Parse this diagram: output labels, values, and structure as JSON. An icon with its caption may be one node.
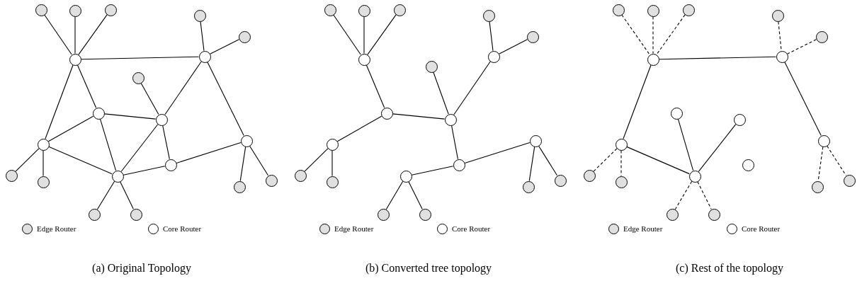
{
  "diagram": {
    "nodes": [
      {
        "text": [],
        "shape": "circle"
      },
      {
        "text": [],
        "shape": "circle"
      },
      {
        "text": [],
        "shape": "circle"
      },
      {
        "text": [],
        "shape": "circle"
      },
      {
        "text": [],
        "shape": "circle"
      },
      {
        "text": [],
        "shape": "circle"
      },
      {
        "text": [],
        "shape": "circle"
      },
      {
        "text": [],
        "shape": "circle"
      },
      {
        "text": [],
        "shape": "circle"
      },
      {
        "text": [],
        "shape": "circle"
      },
      {
        "text": [],
        "shape": "circle"
      },
      {
        "text": [],
        "shape": "circle"
      },
      {
        "text": [],
        "shape": "circle"
      },
      {
        "text": [],
        "shape": "circle"
      },
      {
        "text": [],
        "shape": "circle"
      },
      {
        "text": [],
        "shape": "circle"
      },
      {
        "text": [],
        "shape": "circle"
      },
      {
        "text": [],
        "shape": "circle"
      },
      {
        "text": [],
        "shape": "circle"
      },
      {
        "text": [],
        "shape": "circle"
      },
      {
        "text": [],
        "shape": "circle"
      },
      {
        "text": [],
        "shape": "circle"
      },
      {
        "text": [],
        "shape": "circle"
      },
      {
        "text": [],
        "shape": "circle"
      },
      {
        "text": [],
        "shape": "circle"
      },
      {
        "text": [],
        "shape": "circle"
      },
      {
        "text": [],
        "shape": "circle"
      },
      {
        "text": [],
        "shape": "circle"
      },
      {
        "text": [],
        "shape": "circle"
      },
      {
        "text": [],
        "shape": "circle"
      },
      {
        "text": [],
        "shape": "circle"
      },
      {
        "text": [],
        "shape": "circle"
      },
      {
        "text": [],
        "shape": "circle"
      },
      {
        "text": [],
        "shape": "circle"
      },
      {
        "text": [],
        "shape": "circle"
      },
      {
        "text": [],
        "shape": "circle"
      },
      {
        "text": [],
        "shape": "circle"
      },
      {
        "text": [],
        "shape": "circle"
      },
      {
        "text": [],
        "shape": "circle"
      },
      {
        "text": [],
        "shape": "circle"
      },
      {
        "text": [],
        "shape": "circle"
      },
      {
        "text": [],
        "shape": "circle"
      },
      {
        "text": [],
        "shape": "circle"
      },
      {
        "text": [],
        "shape": "circle"
      },
      {
        "text": [],
        "shape": "circle"
      },
      {
        "text": [],
        "shape": "circle"
      },
      {
        "text": [],
        "shape": "circle"
      },
      {
        "text": [],
        "shape": "circle"
      },
      {
        "text": [],
        "shape": "circle"
      },
      {
        "text": [],
        "shape": "circle"
      },
      {
        "text": [],
        "shape": "circle"
      },
      {
        "text": [],
        "shape": "circle"
      },
      {
        "text": [],
        "shape": "circle"
      },
      {
        "text": [],
        "shape": "circle"
      },
      {
        "text": [],
        "shape": "circle"
      },
      {
        "text": [],
        "shape": "circle"
      },
      {
        "text": [],
        "shape": "circle"
      },
      {
        "text": [],
        "shape": "circle"
      },
      {
        "text": [],
        "shape": "circle"
      }
    ],
    "edges": [
      {
        "from": 0,
        "to": 12,
        "arrow": "none"
      },
      {
        "from": 1,
        "to": 12,
        "arrow": "none"
      },
      {
        "from": 2,
        "to": 12,
        "arrow": "none"
      },
      {
        "from": 12,
        "to": 13,
        "arrow": "none"
      },
      {
        "from": 3,
        "to": 13,
        "arrow": "none"
      },
      {
        "from": 4,
        "to": 13,
        "arrow": "none"
      },
      {
        "from": 12,
        "to": 14,
        "arrow": "none"
      },
      {
        "from": 12,
        "to": 16,
        "arrow": "none"
      },
      {
        "from": 13,
        "to": 15,
        "arrow": "none"
      },
      {
        "from": 13,
        "to": 17,
        "arrow": "none"
      },
      {
        "from": 5,
        "to": 15,
        "arrow": "none"
      },
      {
        "from": 14,
        "to": 15,
        "arrow": "none"
      },
      {
        "from": 14,
        "to": 16,
        "arrow": "none"
      },
      {
        "from": 14,
        "to": 19,
        "arrow": "none"
      },
      {
        "from": 15,
        "to": 19,
        "arrow": "none"
      },
      {
        "from": 15,
        "to": 18,
        "arrow": "none"
      },
      {
        "from": 16,
        "to": 19,
        "arrow": "none"
      },
      {
        "from": 16,
        "to": 6,
        "arrow": "none"
      },
      {
        "from": 16,
        "to": 7,
        "arrow": "none"
      },
      {
        "from": 19,
        "to": 8,
        "arrow": "none"
      },
      {
        "from": 19,
        "to": 9,
        "arrow": "none"
      },
      {
        "from": 19,
        "to": 18,
        "arrow": "none"
      },
      {
        "from": 18,
        "to": 17,
        "arrow": "none"
      },
      {
        "from": 17,
        "to": 10,
        "arrow": "none"
      },
      {
        "from": 17,
        "to": 11,
        "arrow": "none"
      },
      {
        "from": 20,
        "to": 32,
        "arrow": "none"
      },
      {
        "from": 21,
        "to": 32,
        "arrow": "none"
      },
      {
        "from": 22,
        "to": 32,
        "arrow": "none"
      },
      {
        "from": 32,
        "to": 34,
        "arrow": "none"
      },
      {
        "from": 34,
        "to": 36,
        "arrow": "none"
      },
      {
        "from": 34,
        "to": 35,
        "arrow": "none"
      },
      {
        "from": 35,
        "to": 25,
        "arrow": "none"
      },
      {
        "from": 35,
        "to": 33,
        "arrow": "none"
      },
      {
        "from": 33,
        "to": 23,
        "arrow": "none"
      },
      {
        "from": 33,
        "to": 24,
        "arrow": "none"
      },
      {
        "from": 35,
        "to": 38,
        "arrow": "none"
      },
      {
        "from": 38,
        "to": 39,
        "arrow": "none"
      },
      {
        "from": 38,
        "to": 37,
        "arrow": "none"
      },
      {
        "from": 36,
        "to": 26,
        "arrow": "none"
      },
      {
        "from": 36,
        "to": 27,
        "arrow": "none"
      },
      {
        "from": 39,
        "to": 28,
        "arrow": "none"
      },
      {
        "from": 39,
        "to": 29,
        "arrow": "none"
      },
      {
        "from": 37,
        "to": 30,
        "arrow": "none"
      },
      {
        "from": 37,
        "to": 31,
        "arrow": "none"
      },
      {
        "from": 40,
        "to": 51,
        "arrow": "none",
        "style": "dashed"
      },
      {
        "from": 41,
        "to": 51,
        "arrow": "none",
        "style": "dashed"
      },
      {
        "from": 42,
        "to": 51,
        "arrow": "none",
        "style": "dashed"
      },
      {
        "from": 51,
        "to": 52,
        "arrow": "none"
      },
      {
        "from": 43,
        "to": 52,
        "arrow": "none",
        "style": "dashed"
      },
      {
        "from": 44,
        "to": 52,
        "arrow": "none",
        "style": "dashed"
      },
      {
        "from": 51,
        "to": 55,
        "arrow": "none"
      },
      {
        "from": 52,
        "to": 56,
        "arrow": "none"
      },
      {
        "from": 55,
        "to": 58,
        "arrow": "none"
      },
      {
        "from": 58,
        "to": 53,
        "arrow": "none"
      },
      {
        "from": 58,
        "to": 54,
        "arrow": "none"
      },
      {
        "from": 55,
        "to": 45,
        "arrow": "none",
        "style": "dashed"
      },
      {
        "from": 55,
        "to": 46,
        "arrow": "none",
        "style": "dashed"
      },
      {
        "from": 58,
        "to": 47,
        "arrow": "none",
        "style": "dashed"
      },
      {
        "from": 58,
        "to": 48,
        "arrow": "none",
        "style": "dashed"
      },
      {
        "from": 56,
        "to": 49,
        "arrow": "none",
        "style": "dashed"
      },
      {
        "from": 56,
        "to": 50,
        "arrow": "none",
        "style": "dashed"
      }
    ],
    "labels": [
      "(a) Original Topology",
      "(b) Converted tree topology",
      "(c) Rest of the topology"
    ],
    "legend": [
      {
        "text": "Edge Router",
        "color": "#e0e0e0"
      },
      {
        "text": "Core Router",
        "color": "#ffffff"
      },
      {
        "text": "Edge Router",
        "color": "#e0e0e0"
      },
      {
        "text": "Core Router",
        "color": "#ffffff"
      },
      {
        "text": "Edge Router",
        "color": "#e0e0e0"
      },
      {
        "text": "Core Router",
        "color": "#ffffff"
      }
    ]
  }
}
